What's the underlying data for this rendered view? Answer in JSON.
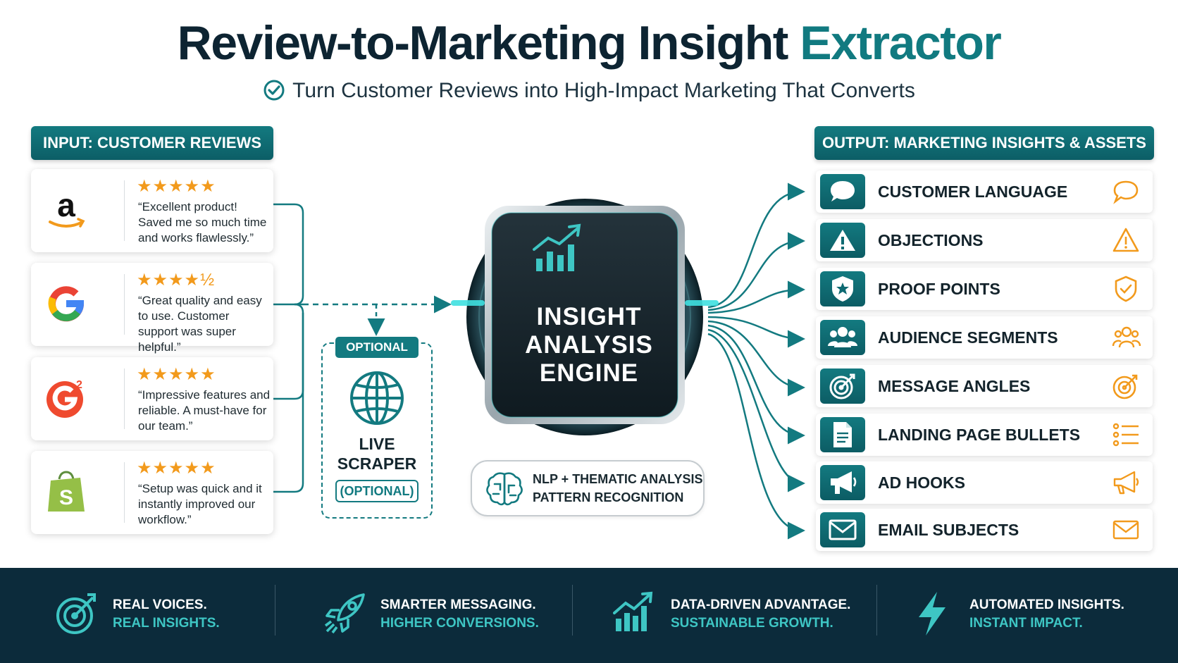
{
  "title": {
    "main": "Review-to-Marketing Insight",
    "accent": "Extractor"
  },
  "subtitle": "Turn Customer Reviews into High-Impact Marketing That Converts",
  "input_tab": "INPUT: CUSTOMER REVIEWS",
  "output_tab": "OUTPUT: MARKETING INSIGHTS & ASSETS",
  "reviews": [
    {
      "source": "amazon",
      "rating": 5,
      "stars": "★★★★★",
      "quote": "“Excellent product! Saved me so much time and works flawlessly.”"
    },
    {
      "source": "google",
      "rating": 4.5,
      "stars": "★★★★½",
      "quote": "“Great quality and easy to use. Customer support was super helpful.”"
    },
    {
      "source": "g2",
      "rating": 5,
      "stars": "★★★★★",
      "quote": "“Impressive features and reliable. A must-have for our team.”"
    },
    {
      "source": "shopify",
      "rating": 5,
      "stars": "★★★★★",
      "quote": "“Setup was quick and it instantly improved our workflow.”"
    }
  ],
  "scraper": {
    "tag": "OPTIONAL",
    "title": "LIVE SCRAPER",
    "pill": "(OPTIONAL)"
  },
  "engine": {
    "line1": "INSIGHT",
    "line2": "ANALYSIS",
    "line3": "ENGINE"
  },
  "nlp": {
    "line1": "NLP + THEMATIC ANALYSIS",
    "line2": "PATTERN RECOGNITION"
  },
  "outputs": [
    {
      "label": "CUSTOMER LANGUAGE",
      "icon": "speech-bubble-icon"
    },
    {
      "label": "OBJECTIONS",
      "icon": "warning-icon"
    },
    {
      "label": "PROOF POINTS",
      "icon": "shield-icon"
    },
    {
      "label": "AUDIENCE SEGMENTS",
      "icon": "people-icon"
    },
    {
      "label": "MESSAGE ANGLES",
      "icon": "target-icon"
    },
    {
      "label": "LANDING PAGE BULLETS",
      "icon": "document-icon"
    },
    {
      "label": "AD HOOKS",
      "icon": "megaphone-icon"
    },
    {
      "label": "EMAIL SUBJECTS",
      "icon": "envelope-icon"
    }
  ],
  "footer": [
    {
      "line1": "REAL VOICES.",
      "line2": "REAL INSIGHTS.",
      "icon": "target-icon"
    },
    {
      "line1": "SMARTER MESSAGING.",
      "line2": "HIGHER CONVERSIONS.",
      "icon": "rocket-icon"
    },
    {
      "line1": "DATA-DRIVEN ADVANTAGE.",
      "line2": "SUSTAINABLE GROWTH.",
      "icon": "growth-chart-icon"
    },
    {
      "line1": "AUTOMATED INSIGHTS.",
      "line2": "INSTANT IMPACT.",
      "icon": "lightning-icon"
    }
  ],
  "colors": {
    "teal": "#137a80",
    "navy": "#0c2b3b",
    "orange": "#f29a1c",
    "cyan": "#3ec6c4"
  }
}
